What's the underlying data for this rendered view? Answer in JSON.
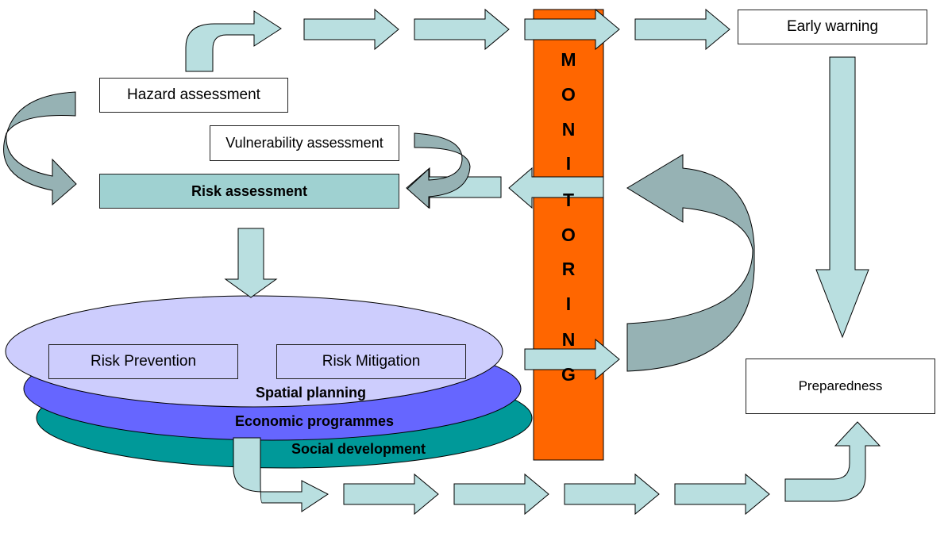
{
  "boxes": {
    "hazard": "Hazard assessment",
    "vulnerability": "Vulnerability assessment",
    "risk": "Risk assessment",
    "early_warning": "Early warning",
    "preparedness": "Preparedness",
    "risk_prevention": "Risk Prevention",
    "risk_mitigation": "Risk Mitigation"
  },
  "layers": {
    "spatial": "Spatial planning",
    "economic": "Economic programmes",
    "social": "Social development"
  },
  "monitoring": [
    "M",
    "O",
    "N",
    "I",
    "T",
    "O",
    "R",
    "I",
    "N",
    "G"
  ],
  "colors": {
    "arrow_fill": "#b9dfe0",
    "curve_fill": "#96b2b4",
    "monitoring_bar": "#ff6600",
    "layer_top": "#cdcdfd",
    "layer_middle": "#6666ff",
    "layer_bottom": "#009999",
    "risk_box": "#9fd1d1"
  }
}
